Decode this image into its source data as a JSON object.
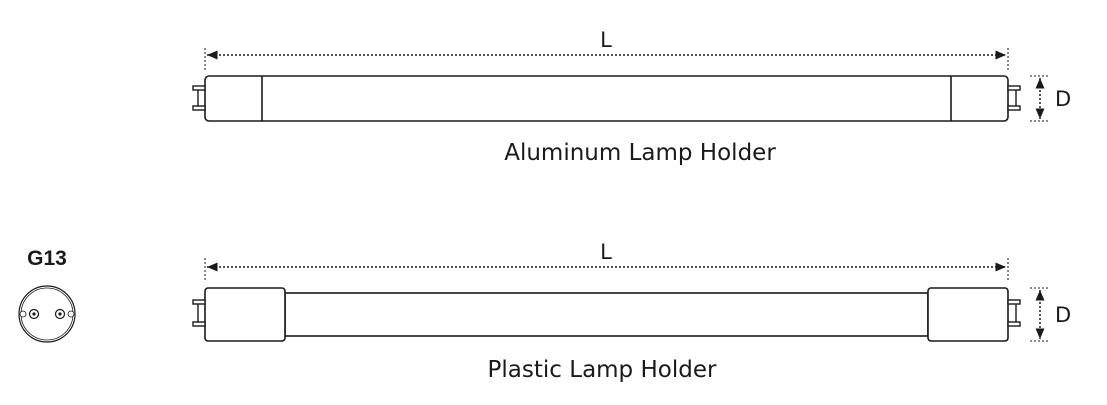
{
  "colors": {
    "line": "#1a1a1a",
    "background": "#ffffff"
  },
  "base_type": "G13",
  "tubes": [
    {
      "length_label": "L",
      "diameter_label": "D",
      "caption": "Aluminum Lamp Holder"
    },
    {
      "length_label": "L",
      "diameter_label": "D",
      "caption": "Plastic Lamp Holder"
    }
  ]
}
